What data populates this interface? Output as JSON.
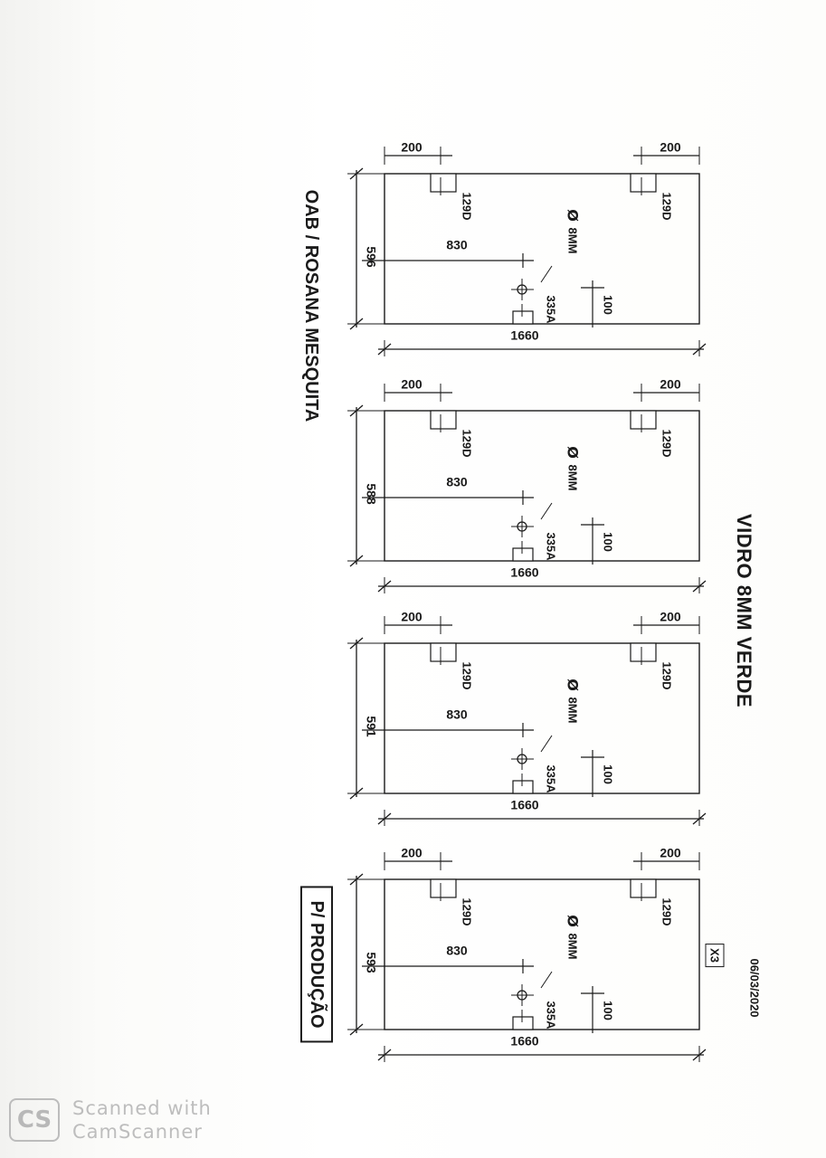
{
  "document": {
    "title": "VIDRO 8MM  VERDE",
    "client": "OAB / ROSANA MESQUITA",
    "date": "06/03/2020",
    "quantity": "X3",
    "stamp": "P/ PRODUÇÃO"
  },
  "panels": [
    {
      "height_label": "596",
      "width_label": "1660",
      "hinge_offset_top": "200",
      "hinge_offset_bottom": "200",
      "hinge_code_top": "129D",
      "hinge_code_bottom": "129D",
      "handle_distance": "830",
      "hole_diameter": "8MM",
      "lock_code": "335A",
      "hole_offset": "100"
    },
    {
      "height_label": "588",
      "width_label": "1660",
      "hinge_offset_top": "200",
      "hinge_offset_bottom": "200",
      "hinge_code_top": "129D",
      "hinge_code_bottom": "129D",
      "handle_distance": "830",
      "hole_diameter": "8MM",
      "lock_code": "335A",
      "hole_offset": "100"
    },
    {
      "height_label": "591",
      "width_label": "1660",
      "hinge_offset_top": "200",
      "hinge_offset_bottom": "200",
      "hinge_code_top": "129D",
      "hinge_code_bottom": "129D",
      "handle_distance": "830",
      "hole_diameter": "8MM",
      "lock_code": "335A",
      "hole_offset": "100"
    },
    {
      "height_label": "593",
      "width_label": "1660",
      "hinge_offset_top": "200",
      "hinge_offset_bottom": "200",
      "hinge_code_top": "129D",
      "hinge_code_bottom": "129D",
      "handle_distance": "830",
      "hole_diameter": "8MM",
      "lock_code": "335A",
      "hole_offset": "100"
    }
  ],
  "diameter_symbol": "Ø",
  "watermark": {
    "logo": "CS",
    "line1": "Scanned with",
    "line2": "CamScanner"
  }
}
